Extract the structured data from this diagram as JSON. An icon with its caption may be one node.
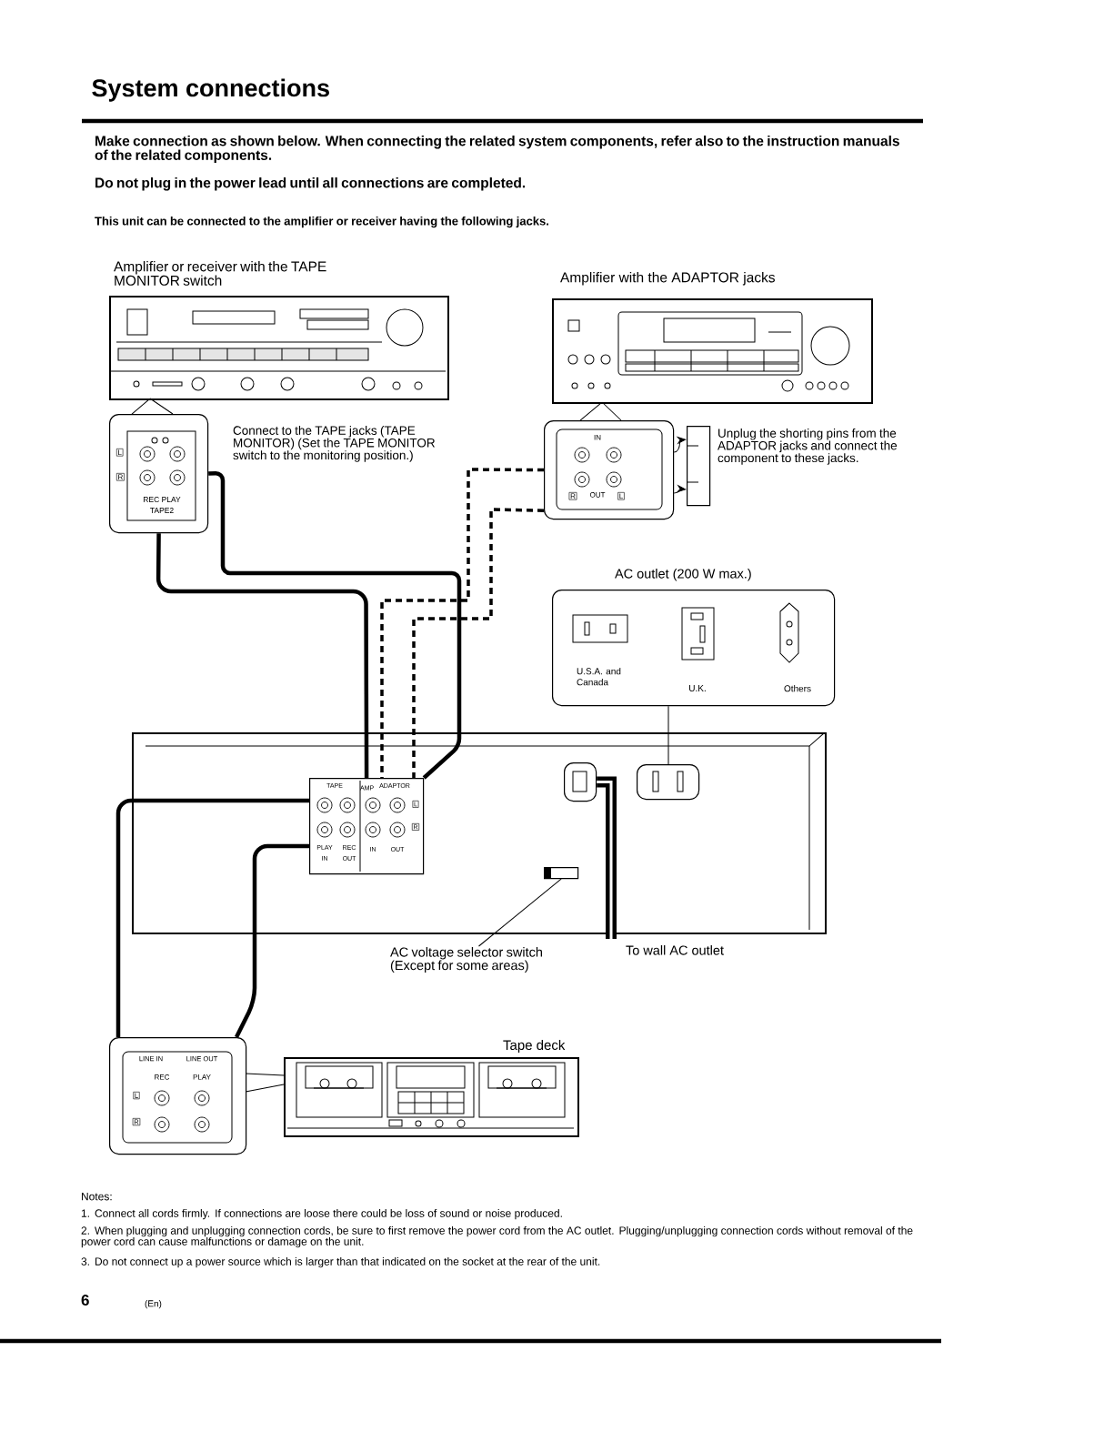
{
  "diagram": {
    "title": "System connections",
    "nodes": [
      {
        "text": [
          "Amplifier or receiver with the TAPE MONITOR switch"
        ]
      },
      {
        "text": [
          "L",
          "R",
          "REC PLAY",
          "TAPE2"
        ],
        "beside": [
          "Connect to the TAPE jacks (TAPE MONITOR) (Set the TAPE MONITOR switch to the monitoring position.)"
        ]
      },
      {
        "text": [
          "Amplifier with the ADAPTOR jacks"
        ]
      },
      {
        "text": [
          "IN",
          "R",
          "OUT",
          "L"
        ]
      },
      {
        "text": [],
        "shape": "box"
      },
      {
        "text": [
          "AC outlet (200 W max.)",
          "U.S.A. and Canada",
          "U.K.",
          "Others"
        ]
      },
      {
        "text": [],
        "shape": "box"
      },
      {
        "text": [
          "TAPE",
          "AMP",
          "ADAPTOR",
          "L",
          "R",
          "PLAY IN",
          "REC OUT",
          "IN",
          "OUT"
        ],
        "in": 6
      },
      {
        "text": [],
        "shape": "box",
        "in": 6
      },
      {
        "text": [],
        "shape": "box",
        "in": 6
      },
      {
        "text": [],
        "shape": "box",
        "in": 6
      },
      {
        "text": [
          "AC voltage selector switch (Except for some areas)"
        ]
      },
      {
        "text": [
          "Tape deck"
        ]
      },
      {
        "text": [
          "LINE IN",
          "LINE OUT",
          "REC",
          "PLAY",
          "L",
          "R"
        ]
      }
    ],
    "edges": [
      {
        "from": 0,
        "to": 1,
        "arrow": "none"
      },
      {
        "from": 1,
        "to": 7,
        "arrow": "none",
        "style": "thick"
      },
      {
        "from": 1,
        "to": 7,
        "arrow": "none",
        "style": "thick"
      },
      {
        "from": 3,
        "to": 7,
        "arrow": "none",
        "style": "dashed"
      },
      {
        "from": 3,
        "to": 7,
        "arrow": "none",
        "style": "dashed"
      },
      {
        "from": 3,
        "to": 4,
        "arrow": "to"
      },
      {
        "from": 3,
        "to": 4,
        "arrow": "to"
      },
      {
        "from": 2,
        "to": 3,
        "arrow": "none"
      },
      {
        "from": 5,
        "to": 8,
        "arrow": "none"
      },
      {
        "from": 9,
        "to": null,
        "arrow": "none",
        "style": "thick"
      },
      {
        "from": 11,
        "to": 10,
        "arrow": "none"
      },
      {
        "from": 7,
        "to": 13,
        "arrow": "none",
        "style": "thick"
      },
      {
        "from": 7,
        "to": 13,
        "arrow": "none",
        "style": "thick"
      },
      {
        "from": 12,
        "to": 13,
        "arrow": "none"
      }
    ],
    "labels": [
      "Make connection as shown below. When connecting the related system components, refer also to the instruction manuals of the related components.",
      "Do not plug in the power lead until all connections are completed.",
      "This unit can be connected to the amplifier or receiver having the following jacks.",
      "Unplug the shorting pins from the ADAPTOR jacks and connect the component to these jacks.",
      "To wall AC outlet",
      "Notes:",
      "1. Connect all cords firmly. If connections are loose there could be loss of sound or noise produced.",
      "2. When plugging and unplugging connection cords, be sure to first remove the power cord from the AC outlet. Plugging/unplugging connection cords without removal of the power cord can cause malfunctions or damage on the unit.",
      "3. Do not connect up a power source which is larger than that indicated on the socket at the rear of the unit.",
      "6",
      "(En)"
    ]
  }
}
